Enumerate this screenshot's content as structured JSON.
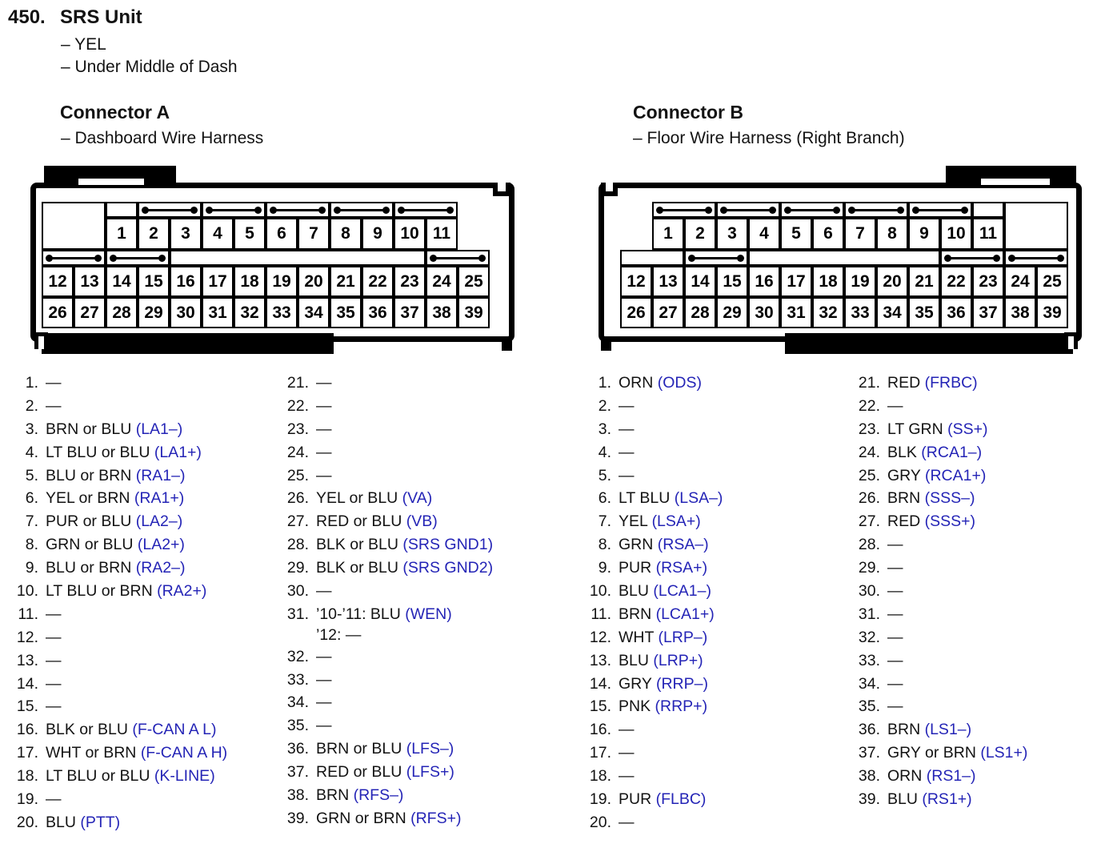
{
  "header": {
    "number": "450.",
    "title": "SRS Unit",
    "lines": [
      "– YEL",
      "– Under Middle of Dash"
    ]
  },
  "colors": {
    "signal_blue": "#2424b6",
    "text_black": "#131313",
    "line_black": "#000000"
  },
  "connectors": {
    "a": {
      "title": "Connector A",
      "subtitle": "– Dashboard Wire Harness",
      "grid": {
        "columns": 14,
        "strip1": [
          {
            "c": 1,
            "s": 2,
            "t": "tall"
          },
          {
            "c": 3,
            "s": 1,
            "t": "blank"
          },
          {
            "c": 4,
            "s": 2,
            "t": "bridge"
          },
          {
            "c": 6,
            "s": 2,
            "t": "bridge"
          },
          {
            "c": 8,
            "s": 2,
            "t": "bridge"
          },
          {
            "c": 10,
            "s": 2,
            "t": "bridge"
          },
          {
            "c": 12,
            "s": 2,
            "t": "bridge"
          }
        ],
        "pins_top": {
          "start": 3,
          "nums": [
            1,
            2,
            3,
            4,
            5,
            6,
            7,
            8,
            9,
            10,
            11
          ]
        },
        "strip2": [
          {
            "c": 1,
            "s": 2,
            "t": "bridge"
          },
          {
            "c": 3,
            "s": 2,
            "t": "bridge"
          },
          {
            "c": 5,
            "s": 8,
            "t": "blank"
          },
          {
            "c": 13,
            "s": 2,
            "t": "bridge"
          }
        ],
        "row2": [
          12,
          13,
          14,
          15,
          16,
          17,
          18,
          19,
          20,
          21,
          22,
          23,
          24,
          25
        ],
        "row3": [
          26,
          27,
          28,
          29,
          30,
          31,
          32,
          33,
          34,
          35,
          36,
          37,
          38,
          39
        ]
      }
    },
    "b": {
      "title": "Connector B",
      "subtitle": "– Floor Wire Harness (Right Branch)",
      "grid": {
        "columns": 14,
        "strip1": [
          {
            "c": 2,
            "s": 2,
            "t": "bridge"
          },
          {
            "c": 4,
            "s": 2,
            "t": "bridge"
          },
          {
            "c": 6,
            "s": 2,
            "t": "bridge"
          },
          {
            "c": 8,
            "s": 2,
            "t": "bridge"
          },
          {
            "c": 10,
            "s": 2,
            "t": "bridge"
          },
          {
            "c": 12,
            "s": 1,
            "t": "blank"
          },
          {
            "c": 13,
            "s": 2,
            "t": "tall"
          }
        ],
        "pins_top": {
          "start": 2,
          "nums": [
            1,
            2,
            3,
            4,
            5,
            6,
            7,
            8,
            9,
            10,
            11
          ]
        },
        "strip2": [
          {
            "c": 1,
            "s": 2,
            "t": "blank"
          },
          {
            "c": 3,
            "s": 2,
            "t": "bridge"
          },
          {
            "c": 5,
            "s": 6,
            "t": "blank"
          },
          {
            "c": 11,
            "s": 2,
            "t": "bridge"
          },
          {
            "c": 13,
            "s": 2,
            "t": "bridge"
          }
        ],
        "row2": [
          12,
          13,
          14,
          15,
          16,
          17,
          18,
          19,
          20,
          21,
          22,
          23,
          24,
          25
        ],
        "row3": [
          26,
          27,
          28,
          29,
          30,
          31,
          32,
          33,
          34,
          35,
          36,
          37,
          38,
          39
        ]
      }
    }
  },
  "pin_lists": {
    "a_col1": [
      {
        "num": "1.",
        "segs": [
          [
            "—",
            "k"
          ]
        ]
      },
      {
        "num": "2.",
        "segs": [
          [
            "—",
            "k"
          ]
        ]
      },
      {
        "num": "3.",
        "segs": [
          [
            "BRN or BLU ",
            "k"
          ],
          [
            "(LA1–)",
            "b"
          ]
        ]
      },
      {
        "num": "4.",
        "segs": [
          [
            "LT BLU or BLU ",
            "k"
          ],
          [
            "(LA1+)",
            "b"
          ]
        ]
      },
      {
        "num": "5.",
        "segs": [
          [
            "BLU or BRN ",
            "k"
          ],
          [
            "(RA1–)",
            "b"
          ]
        ]
      },
      {
        "num": "6.",
        "segs": [
          [
            "YEL or BRN ",
            "k"
          ],
          [
            "(RA1+)",
            "b"
          ]
        ]
      },
      {
        "num": "7.",
        "segs": [
          [
            "PUR or BLU ",
            "k"
          ],
          [
            "(LA2–)",
            "b"
          ]
        ]
      },
      {
        "num": "8.",
        "segs": [
          [
            "GRN or BLU ",
            "k"
          ],
          [
            "(LA2+)",
            "b"
          ]
        ]
      },
      {
        "num": "9.",
        "segs": [
          [
            "BLU or BRN ",
            "k"
          ],
          [
            "(RA2–)",
            "b"
          ]
        ]
      },
      {
        "num": "10.",
        "segs": [
          [
            "LT BLU or BRN ",
            "k"
          ],
          [
            "(RA2+)",
            "b"
          ]
        ]
      },
      {
        "num": "11.",
        "segs": [
          [
            "—",
            "k"
          ]
        ]
      },
      {
        "num": "12.",
        "segs": [
          [
            "—",
            "k"
          ]
        ]
      },
      {
        "num": "13.",
        "segs": [
          [
            "—",
            "k"
          ]
        ]
      },
      {
        "num": "14.",
        "segs": [
          [
            "—",
            "k"
          ]
        ]
      },
      {
        "num": "15.",
        "segs": [
          [
            "—",
            "k"
          ]
        ]
      },
      {
        "num": "16.",
        "segs": [
          [
            "BLK or BLU ",
            "k"
          ],
          [
            "(F-CAN A L)",
            "b"
          ]
        ]
      },
      {
        "num": "17.",
        "segs": [
          [
            "WHT or BRN ",
            "k"
          ],
          [
            "(F-CAN A H)",
            "b"
          ]
        ]
      },
      {
        "num": "18.",
        "segs": [
          [
            "LT BLU or BLU ",
            "k"
          ],
          [
            "(K-LINE)",
            "b"
          ]
        ]
      },
      {
        "num": "19.",
        "segs": [
          [
            "—",
            "k"
          ]
        ]
      },
      {
        "num": "20.",
        "segs": [
          [
            "BLU ",
            "k"
          ],
          [
            "(PTT)",
            "b"
          ]
        ]
      }
    ],
    "a_col2": [
      {
        "num": "21.",
        "segs": [
          [
            "—",
            "k"
          ]
        ]
      },
      {
        "num": "22.",
        "segs": [
          [
            "—",
            "k"
          ]
        ]
      },
      {
        "num": "23.",
        "segs": [
          [
            "—",
            "k"
          ]
        ]
      },
      {
        "num": "24.",
        "segs": [
          [
            "—",
            "k"
          ]
        ]
      },
      {
        "num": "25.",
        "segs": [
          [
            "—",
            "k"
          ]
        ]
      },
      {
        "num": "26.",
        "segs": [
          [
            "YEL or BLU ",
            "k"
          ],
          [
            "(VA)",
            "b"
          ]
        ]
      },
      {
        "num": "27.",
        "segs": [
          [
            "RED or BLU ",
            "k"
          ],
          [
            "(VB)",
            "b"
          ]
        ]
      },
      {
        "num": "28.",
        "segs": [
          [
            "BLK or BLU ",
            "k"
          ],
          [
            "(SRS GND1)",
            "b"
          ]
        ]
      },
      {
        "num": "29.",
        "segs": [
          [
            "BLK or BLU ",
            "k"
          ],
          [
            "(SRS GND2)",
            "b"
          ]
        ]
      },
      {
        "num": "30.",
        "segs": [
          [
            "—",
            "k"
          ]
        ]
      },
      {
        "num": "31.",
        "segs": [
          [
            "’10-’11: BLU ",
            "k"
          ],
          [
            "(WEN)",
            "b"
          ]
        ],
        "line2": [
          [
            "’12: —",
            "k"
          ]
        ]
      },
      {
        "num": "32.",
        "segs": [
          [
            "—",
            "k"
          ]
        ]
      },
      {
        "num": "33.",
        "segs": [
          [
            "—",
            "k"
          ]
        ]
      },
      {
        "num": "34.",
        "segs": [
          [
            "—",
            "k"
          ]
        ]
      },
      {
        "num": "35.",
        "segs": [
          [
            "—",
            "k"
          ]
        ]
      },
      {
        "num": "36.",
        "segs": [
          [
            "BRN or BLU ",
            "k"
          ],
          [
            "(LFS–)",
            "b"
          ]
        ]
      },
      {
        "num": "37.",
        "segs": [
          [
            "RED or BLU ",
            "k"
          ],
          [
            "(LFS+)",
            "b"
          ]
        ]
      },
      {
        "num": "38.",
        "segs": [
          [
            "BRN ",
            "k"
          ],
          [
            "(RFS–)",
            "b"
          ]
        ]
      },
      {
        "num": "39.",
        "segs": [
          [
            "GRN or BRN ",
            "k"
          ],
          [
            "(RFS+)",
            "b"
          ]
        ]
      }
    ],
    "b_col1": [
      {
        "num": "1.",
        "segs": [
          [
            "ORN ",
            "k"
          ],
          [
            "(ODS)",
            "b"
          ]
        ]
      },
      {
        "num": "2.",
        "segs": [
          [
            "—",
            "k"
          ]
        ]
      },
      {
        "num": "3.",
        "segs": [
          [
            "—",
            "k"
          ]
        ]
      },
      {
        "num": "4.",
        "segs": [
          [
            "—",
            "k"
          ]
        ]
      },
      {
        "num": "5.",
        "segs": [
          [
            "—",
            "k"
          ]
        ]
      },
      {
        "num": "6.",
        "segs": [
          [
            "LT BLU ",
            "k"
          ],
          [
            "(LSA–)",
            "b"
          ]
        ]
      },
      {
        "num": "7.",
        "segs": [
          [
            "YEL ",
            "k"
          ],
          [
            "(LSA+)",
            "b"
          ]
        ]
      },
      {
        "num": "8.",
        "segs": [
          [
            "GRN ",
            "k"
          ],
          [
            "(RSA–)",
            "b"
          ]
        ]
      },
      {
        "num": "9.",
        "segs": [
          [
            "PUR ",
            "k"
          ],
          [
            "(RSA+)",
            "b"
          ]
        ]
      },
      {
        "num": "10.",
        "segs": [
          [
            "BLU ",
            "k"
          ],
          [
            "(LCA1–)",
            "b"
          ]
        ]
      },
      {
        "num": "11.",
        "segs": [
          [
            "BRN ",
            "k"
          ],
          [
            "(LCA1+)",
            "b"
          ]
        ]
      },
      {
        "num": "12.",
        "segs": [
          [
            "WHT ",
            "k"
          ],
          [
            "(LRP–)",
            "b"
          ]
        ]
      },
      {
        "num": "13.",
        "segs": [
          [
            "BLU ",
            "k"
          ],
          [
            "(LRP+)",
            "b"
          ]
        ]
      },
      {
        "num": "14.",
        "segs": [
          [
            "GRY ",
            "k"
          ],
          [
            "(RRP–)",
            "b"
          ]
        ]
      },
      {
        "num": "15.",
        "segs": [
          [
            "PNK ",
            "k"
          ],
          [
            "(RRP+)",
            "b"
          ]
        ]
      },
      {
        "num": "16.",
        "segs": [
          [
            "—",
            "k"
          ]
        ]
      },
      {
        "num": "17.",
        "segs": [
          [
            "—",
            "k"
          ]
        ]
      },
      {
        "num": "18.",
        "segs": [
          [
            "—",
            "k"
          ]
        ]
      },
      {
        "num": "19.",
        "segs": [
          [
            "PUR ",
            "k"
          ],
          [
            "(FLBC)",
            "b"
          ]
        ]
      },
      {
        "num": "20.",
        "segs": [
          [
            "—",
            "k"
          ]
        ]
      }
    ],
    "b_col2": [
      {
        "num": "21.",
        "segs": [
          [
            "RED ",
            "k"
          ],
          [
            "(FRBC)",
            "b"
          ]
        ]
      },
      {
        "num": "22.",
        "segs": [
          [
            "—",
            "k"
          ]
        ]
      },
      {
        "num": "23.",
        "segs": [
          [
            "LT GRN ",
            "k"
          ],
          [
            "(SS+)",
            "b"
          ]
        ]
      },
      {
        "num": "24.",
        "segs": [
          [
            "BLK ",
            "k"
          ],
          [
            "(RCA1–)",
            "b"
          ]
        ]
      },
      {
        "num": "25.",
        "segs": [
          [
            "GRY ",
            "k"
          ],
          [
            "(RCA1+)",
            "b"
          ]
        ]
      },
      {
        "num": "26.",
        "segs": [
          [
            "BRN ",
            "k"
          ],
          [
            "(SSS–)",
            "b"
          ]
        ]
      },
      {
        "num": "27.",
        "segs": [
          [
            "RED ",
            "k"
          ],
          [
            "(SSS+)",
            "b"
          ]
        ]
      },
      {
        "num": "28.",
        "segs": [
          [
            "—",
            "k"
          ]
        ]
      },
      {
        "num": "29.",
        "segs": [
          [
            "—",
            "k"
          ]
        ]
      },
      {
        "num": "30.",
        "segs": [
          [
            "—",
            "k"
          ]
        ]
      },
      {
        "num": "31.",
        "segs": [
          [
            "—",
            "k"
          ]
        ]
      },
      {
        "num": "32.",
        "segs": [
          [
            "—",
            "k"
          ]
        ]
      },
      {
        "num": "33.",
        "segs": [
          [
            "—",
            "k"
          ]
        ]
      },
      {
        "num": "34.",
        "segs": [
          [
            "—",
            "k"
          ]
        ]
      },
      {
        "num": "35.",
        "segs": [
          [
            "—",
            "k"
          ]
        ]
      },
      {
        "num": "36.",
        "segs": [
          [
            "BRN ",
            "k"
          ],
          [
            "(LS1–)",
            "b"
          ]
        ]
      },
      {
        "num": "37.",
        "segs": [
          [
            "GRY or BRN ",
            "k"
          ],
          [
            "(LS1+)",
            "b"
          ]
        ]
      },
      {
        "num": "38.",
        "segs": [
          [
            "ORN ",
            "k"
          ],
          [
            "(RS1–)",
            "b"
          ]
        ]
      },
      {
        "num": "39.",
        "segs": [
          [
            "BLU ",
            "k"
          ],
          [
            "(RS1+)",
            "b"
          ]
        ]
      }
    ]
  }
}
